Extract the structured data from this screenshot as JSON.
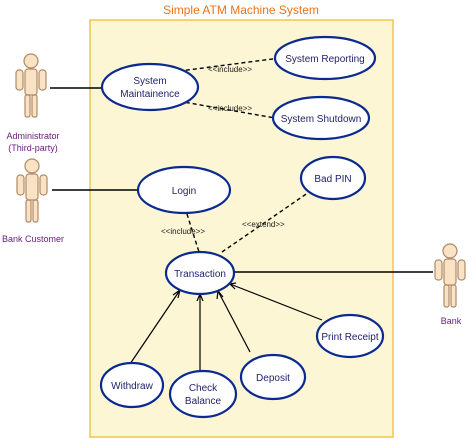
{
  "title": "Simple ATM Machine System",
  "colors": {
    "title": "#e8731a",
    "boundary_fill": "#fdf6d4",
    "boundary_stroke": "#f0c64a",
    "usecase_stroke": "#0b2a8f",
    "usecase_text": "#1f1f6b",
    "actor_fill": "#f9e3c4",
    "actor_label": "#6a1a7a"
  },
  "actors": {
    "administrator": {
      "line1": "Administrator",
      "line2": "(Third-party)"
    },
    "bank_customer": {
      "label": "Bank Customer"
    },
    "bank": {
      "label": "Bank"
    }
  },
  "use_cases": {
    "system_maintenance": {
      "line1": "System",
      "line2": "Maintainence"
    },
    "system_reporting": {
      "label": "System Reporting"
    },
    "system_shutdown": {
      "label": "System Shutdown"
    },
    "login": {
      "label": "Login"
    },
    "bad_pin": {
      "label": "Bad PIN"
    },
    "transaction": {
      "label": "Transaction"
    },
    "print_receipt": {
      "label": "Print Receipt"
    },
    "withdraw": {
      "label": "Withdraw"
    },
    "check_balance": {
      "line1": "Check",
      "line2": "Balance"
    },
    "deposit": {
      "label": "Deposit"
    }
  },
  "relations": {
    "include_reporting": "<<include>>",
    "include_shutdown": "<<include>>",
    "include_login": "<<include>>",
    "extend_bad_pin": "<<extend>>"
  }
}
